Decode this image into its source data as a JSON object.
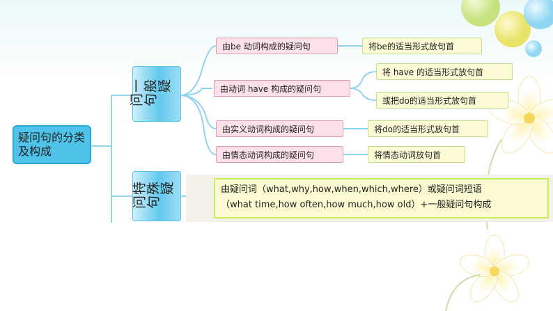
{
  "root": {
    "line1": "疑问句的分类",
    "line2": "及构成"
  },
  "branches": [
    {
      "label": "一般疑问句"
    },
    {
      "label": "特殊疑问句"
    }
  ],
  "general": [
    {
      "type": "由be 动词构成的疑问句",
      "rules": [
        "将be的适当形式放句首"
      ]
    },
    {
      "type": "由动词 have 构成的疑问句",
      "rules": [
        "将 have 的适当形式放句首",
        "或把do的适当形式放句首"
      ]
    },
    {
      "type": "由实义动词构成的疑问句",
      "rules": [
        "将do的适当形式放句首"
      ]
    },
    {
      "type": "由情态动词构成的疑问句",
      "rules": [
        "将情态动词放句首"
      ]
    }
  ],
  "special": {
    "line1": "由疑问词（what,why,how,when,which,where）或疑问词短语",
    "line2": "（what time,how often,how much,how old）+一般疑问句构成"
  },
  "colors": {
    "root": "#4fc3ea",
    "branch": "#62c9ee",
    "pink_box": "#fce1e8",
    "yellow_box": "#fdfbd6",
    "connector": "#8fd3ee"
  }
}
